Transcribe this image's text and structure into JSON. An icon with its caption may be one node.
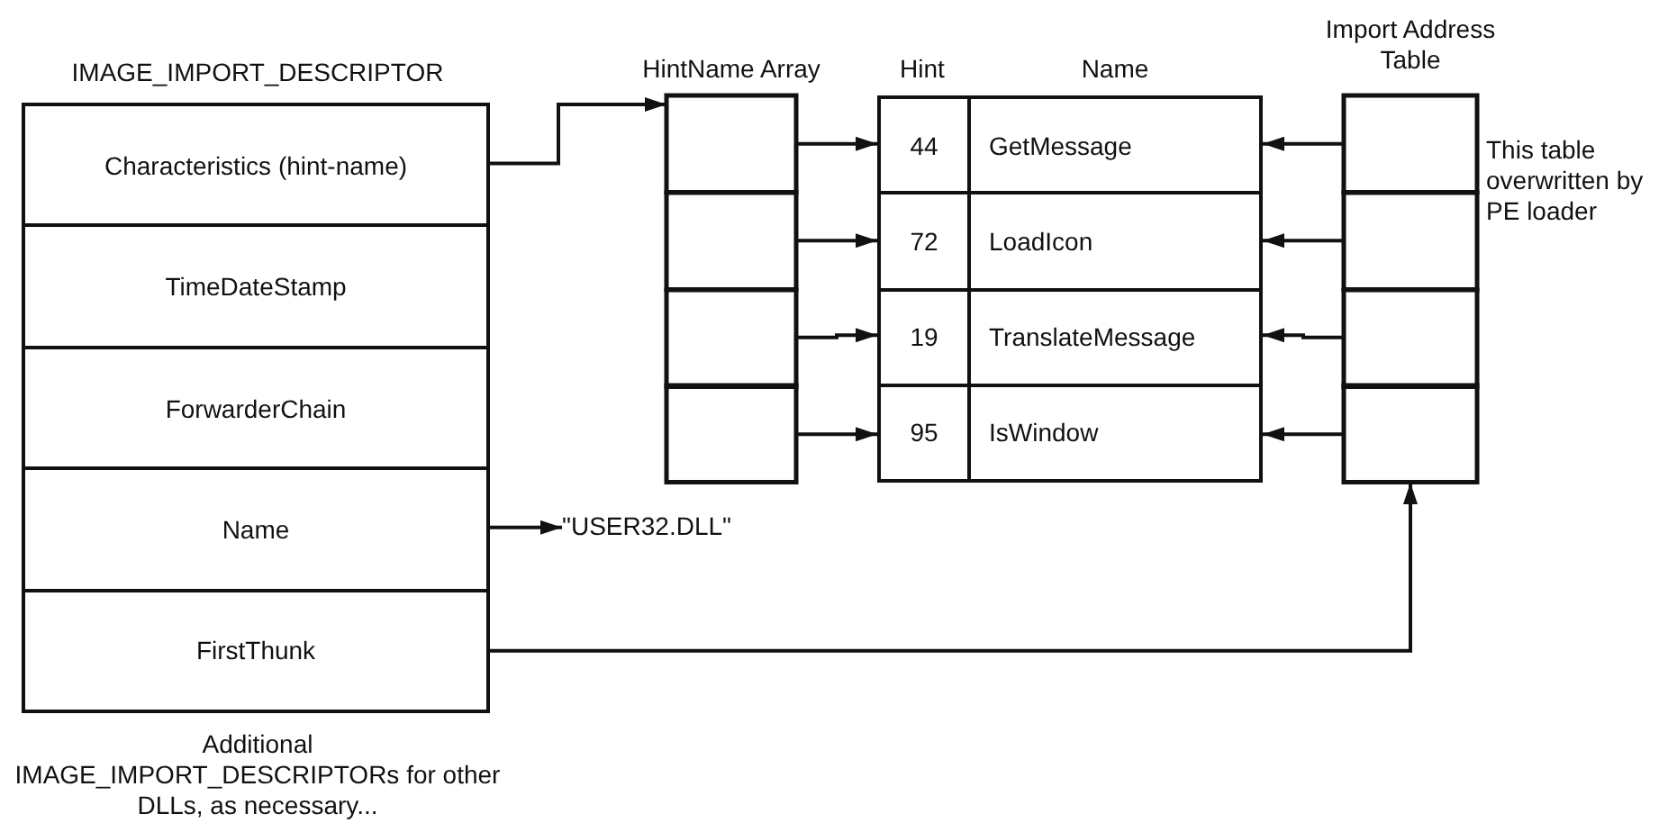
{
  "diagram": {
    "nodes": [
      {
        "text": [
          "IMAGE_IMPORT_DESCRIPTOR"
        ],
        "beside": [
          "Additional IMAGE_IMPORT_DESCRIPTORs for other DLLs, as necessary..."
        ]
      },
      {
        "text": [
          "Characteristics (hint-name)"
        ],
        "in": 0
      },
      {
        "text": [
          "TimeDateStamp"
        ],
        "in": 0
      },
      {
        "text": [
          "ForwarderChain"
        ],
        "in": 0
      },
      {
        "text": [
          "Name"
        ],
        "in": 0
      },
      {
        "text": [
          "FirstThunk"
        ],
        "in": 0
      },
      {
        "text": [
          "HintName Array"
        ]
      },
      {
        "text": [],
        "shape": "box",
        "in": 6
      },
      {
        "text": [],
        "shape": "box",
        "in": 6
      },
      {
        "text": [],
        "shape": "box",
        "in": 6
      },
      {
        "text": [],
        "shape": "box",
        "in": 6
      },
      {
        "text": [
          "Hint",
          "Name"
        ]
      },
      {
        "text": [
          "44",
          "GetMessage"
        ],
        "in": 11
      },
      {
        "text": [
          "72",
          "LoadIcon"
        ],
        "in": 11
      },
      {
        "text": [
          "19",
          "TranslateMessage"
        ],
        "in": 11
      },
      {
        "text": [
          "95",
          "IsWindow"
        ],
        "in": 11
      },
      {
        "text": [
          "Import Address Table"
        ],
        "beside": [
          "This table overwritten by PE loader"
        ]
      },
      {
        "text": [],
        "shape": "box",
        "in": 16
      },
      {
        "text": [],
        "shape": "box",
        "in": 16
      },
      {
        "text": [],
        "shape": "box",
        "in": 16
      },
      {
        "text": [],
        "shape": "box",
        "in": 16
      },
      {
        "text": [
          "\"USER32.DLL\""
        ]
      }
    ],
    "edges": [
      {
        "from": 1,
        "to": 6,
        "arrow": "to"
      },
      {
        "from": 7,
        "to": 12,
        "arrow": "to"
      },
      {
        "from": 8,
        "to": 13,
        "arrow": "to"
      },
      {
        "from": 9,
        "to": 14,
        "arrow": "to"
      },
      {
        "from": 10,
        "to": 15,
        "arrow": "to"
      },
      {
        "from": 17,
        "to": 12,
        "arrow": "to"
      },
      {
        "from": 18,
        "to": 13,
        "arrow": "to"
      },
      {
        "from": 19,
        "to": 14,
        "arrow": "to"
      },
      {
        "from": 20,
        "to": 15,
        "arrow": "to"
      },
      {
        "from": 4,
        "to": 21,
        "arrow": "to"
      },
      {
        "from": 5,
        "to": 16,
        "arrow": "to"
      }
    ]
  }
}
